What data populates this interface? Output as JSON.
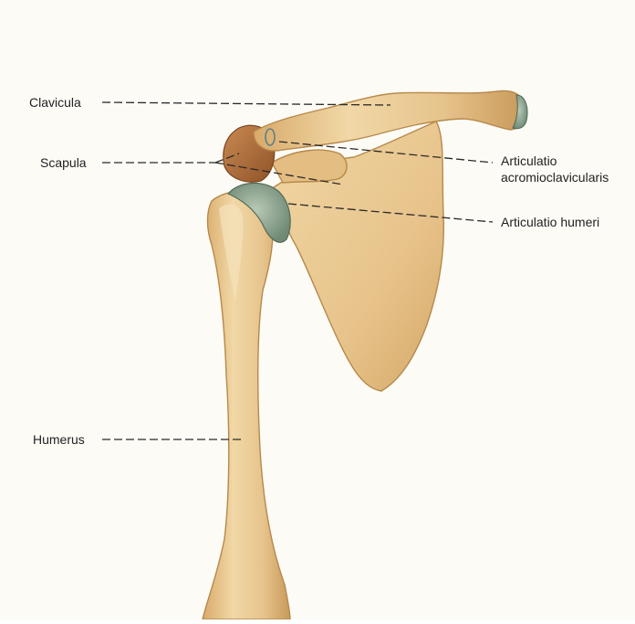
{
  "labels": {
    "clavicula": "Clavicula",
    "scapula": "Scapula",
    "articulatio_ac_line1": "Articulatio",
    "articulatio_ac_line2": "acromioclavicularis",
    "articulatio_humeri": "Articulatio humeri",
    "humerus": "Humerus"
  },
  "colors": {
    "bone_base": "#e6c38c",
    "bone_light": "#f3dcae",
    "bone_shadow": "#c9995a",
    "acromion_dark": "#a9693a",
    "cartilage": "#8fa792",
    "background": "#fdfbf6"
  }
}
